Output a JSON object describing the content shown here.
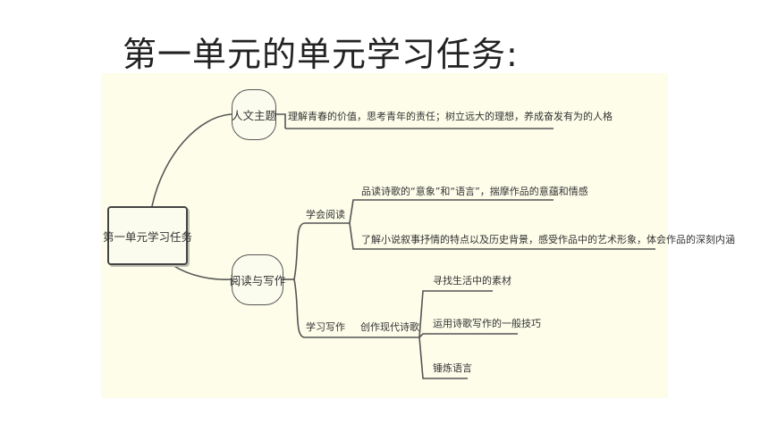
{
  "slide": {
    "title": "第一单元的单元学习任务:"
  },
  "mindmap": {
    "root": "第一单元学习任务",
    "branches": [
      {
        "label": "人文主题",
        "children": [
          "理解青春的价值，思考青年的责任；树立远大的理想，养成奋发有为的人格"
        ]
      },
      {
        "label": "阅读与写作",
        "children": [
          {
            "label": "学会阅读",
            "children": [
              "品读诗歌的“意象”和“语言”，揣摩作品的意蕴和情感",
              "了解小说叙事抒情的特点以及历史背景，感受作品中的艺术形象，体会作品的深刻内涵"
            ]
          },
          {
            "label": "学习写作",
            "children": [
              {
                "label": "创作现代诗歌",
                "children": [
                  "寻找生活中的素材",
                  "运用诗歌写作的一般技巧",
                  "锤炼语言"
                ]
              }
            ]
          }
        ]
      }
    ]
  },
  "colors": {
    "background": "#fdfdea",
    "line": "#555555"
  }
}
